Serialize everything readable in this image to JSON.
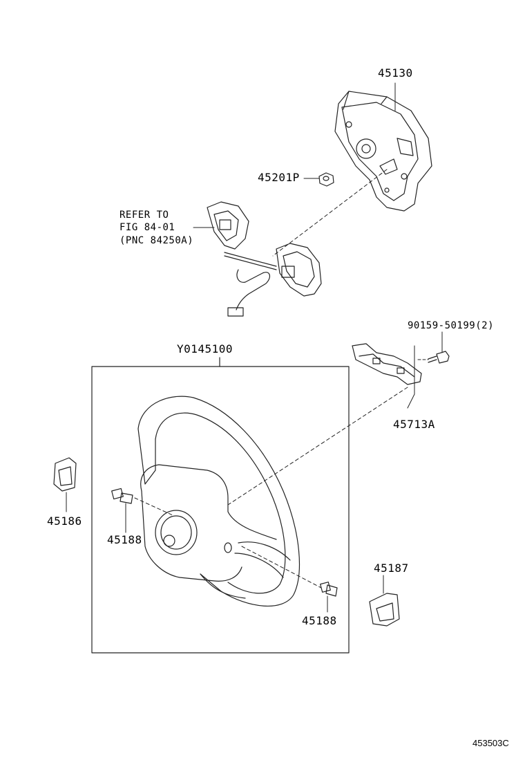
{
  "labels": {
    "airbag": "45130",
    "nut": "45201P",
    "refer_line1": "REFER TO",
    "refer_line2": "FIG 84-01",
    "refer_line3": "(PNC 84250A)",
    "bolt_spec": "90159-50199(2)",
    "wheel_assy": "Y0145100",
    "bracket": "45713A",
    "cover_left": "45186",
    "screw_left": "45188",
    "cover_right": "45187",
    "screw_right": "45188",
    "figure_id": "453503C"
  }
}
